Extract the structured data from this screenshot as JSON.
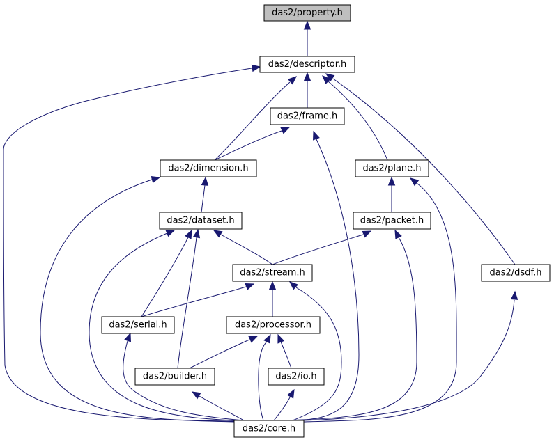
{
  "diagram": {
    "nodes": [
      {
        "id": "property",
        "label": "das2/property.h",
        "highlight": true
      },
      {
        "id": "descriptor",
        "label": "das2/descriptor.h",
        "highlight": false
      },
      {
        "id": "frame",
        "label": "das2/frame.h",
        "highlight": false
      },
      {
        "id": "dimension",
        "label": "das2/dimension.h",
        "highlight": false
      },
      {
        "id": "plane",
        "label": "das2/plane.h",
        "highlight": false
      },
      {
        "id": "dataset",
        "label": "das2/dataset.h",
        "highlight": false
      },
      {
        "id": "packet",
        "label": "das2/packet.h",
        "highlight": false
      },
      {
        "id": "stream",
        "label": "das2/stream.h",
        "highlight": false
      },
      {
        "id": "dsdf",
        "label": "das2/dsdf.h",
        "highlight": false
      },
      {
        "id": "serial",
        "label": "das2/serial.h",
        "highlight": false
      },
      {
        "id": "processor",
        "label": "das2/processor.h",
        "highlight": false
      },
      {
        "id": "builder",
        "label": "das2/builder.h",
        "highlight": false
      },
      {
        "id": "io",
        "label": "das2/io.h",
        "highlight": false
      },
      {
        "id": "core",
        "label": "das2/core.h",
        "highlight": false
      }
    ],
    "edges": [
      {
        "from": "descriptor",
        "to": "property"
      },
      {
        "from": "core",
        "to": "descriptor"
      },
      {
        "from": "dimension",
        "to": "descriptor"
      },
      {
        "from": "frame",
        "to": "descriptor"
      },
      {
        "from": "plane",
        "to": "descriptor"
      },
      {
        "from": "dsdf",
        "to": "descriptor"
      },
      {
        "from": "dimension",
        "to": "frame"
      },
      {
        "from": "core",
        "to": "frame"
      },
      {
        "from": "core",
        "to": "dimension"
      },
      {
        "from": "dataset",
        "to": "dimension"
      },
      {
        "from": "packet",
        "to": "plane"
      },
      {
        "from": "core",
        "to": "plane"
      },
      {
        "from": "core",
        "to": "dataset"
      },
      {
        "from": "serial",
        "to": "dataset"
      },
      {
        "from": "builder",
        "to": "dataset"
      },
      {
        "from": "stream",
        "to": "dataset"
      },
      {
        "from": "stream",
        "to": "packet"
      },
      {
        "from": "core",
        "to": "packet"
      },
      {
        "from": "serial",
        "to": "stream"
      },
      {
        "from": "processor",
        "to": "stream"
      },
      {
        "from": "core",
        "to": "stream"
      },
      {
        "from": "core",
        "to": "dsdf"
      },
      {
        "from": "core",
        "to": "serial"
      },
      {
        "from": "builder",
        "to": "processor"
      },
      {
        "from": "core",
        "to": "processor"
      },
      {
        "from": "io",
        "to": "processor"
      },
      {
        "from": "core",
        "to": "builder"
      },
      {
        "from": "core",
        "to": "io"
      }
    ],
    "colors": {
      "edge": "#191970",
      "node_border": "#000000",
      "node_fill": "#ffffff",
      "highlight_fill": "#bfbfbf"
    }
  }
}
